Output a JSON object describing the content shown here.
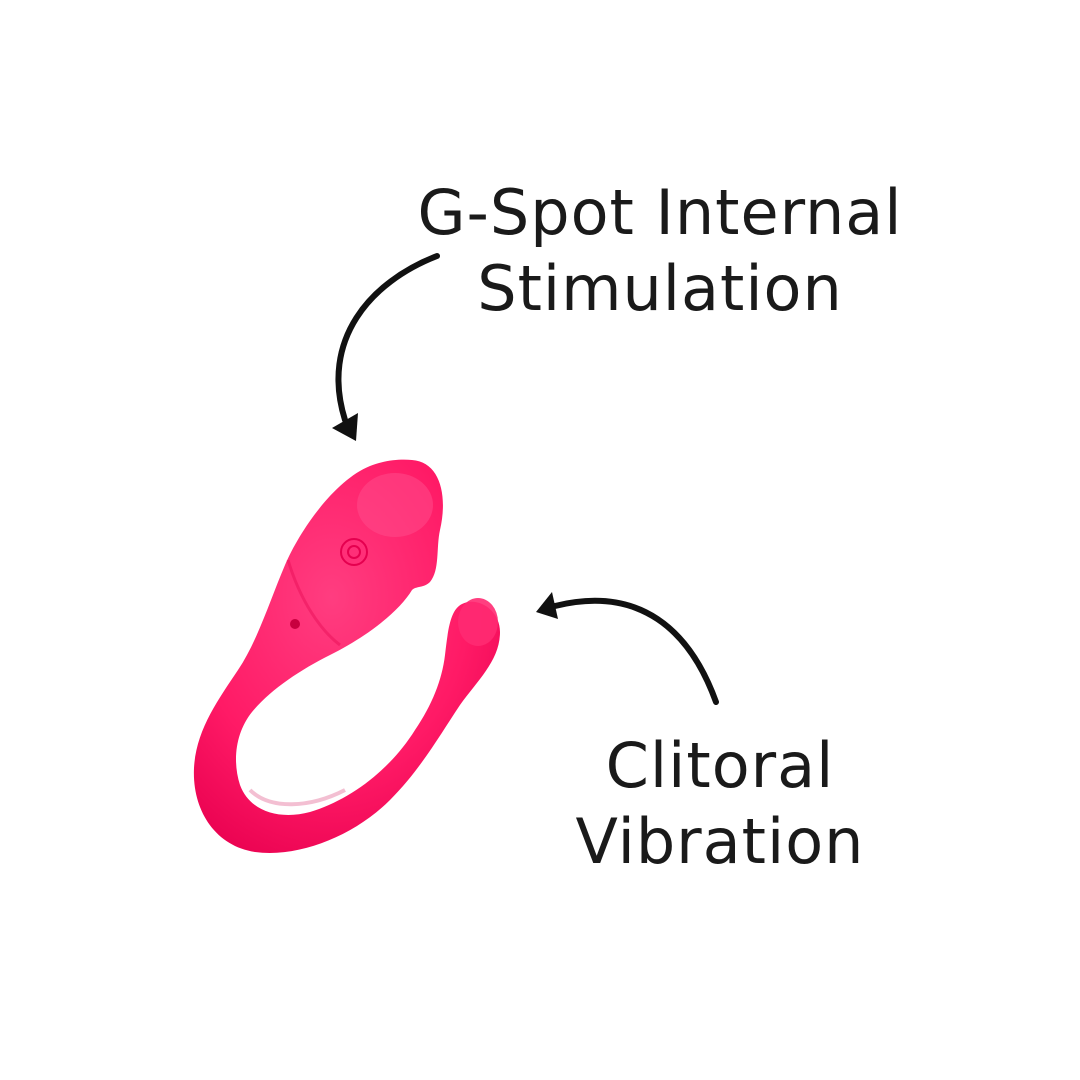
{
  "annotations": {
    "gspot": {
      "line1": "G-Spot Internal",
      "line2": "Stimulation"
    },
    "clitoral": {
      "line1": "Clitoral",
      "line2": "Vibration"
    }
  },
  "product": {
    "color": "#ff1a66",
    "highlight": "#ff3d80",
    "shadow": "#e0004a"
  },
  "icons": {
    "gspot_arrow": "curved-arrow-down-icon",
    "clitoral_arrow": "curved-arrow-left-icon",
    "power_button": "power-icon"
  }
}
